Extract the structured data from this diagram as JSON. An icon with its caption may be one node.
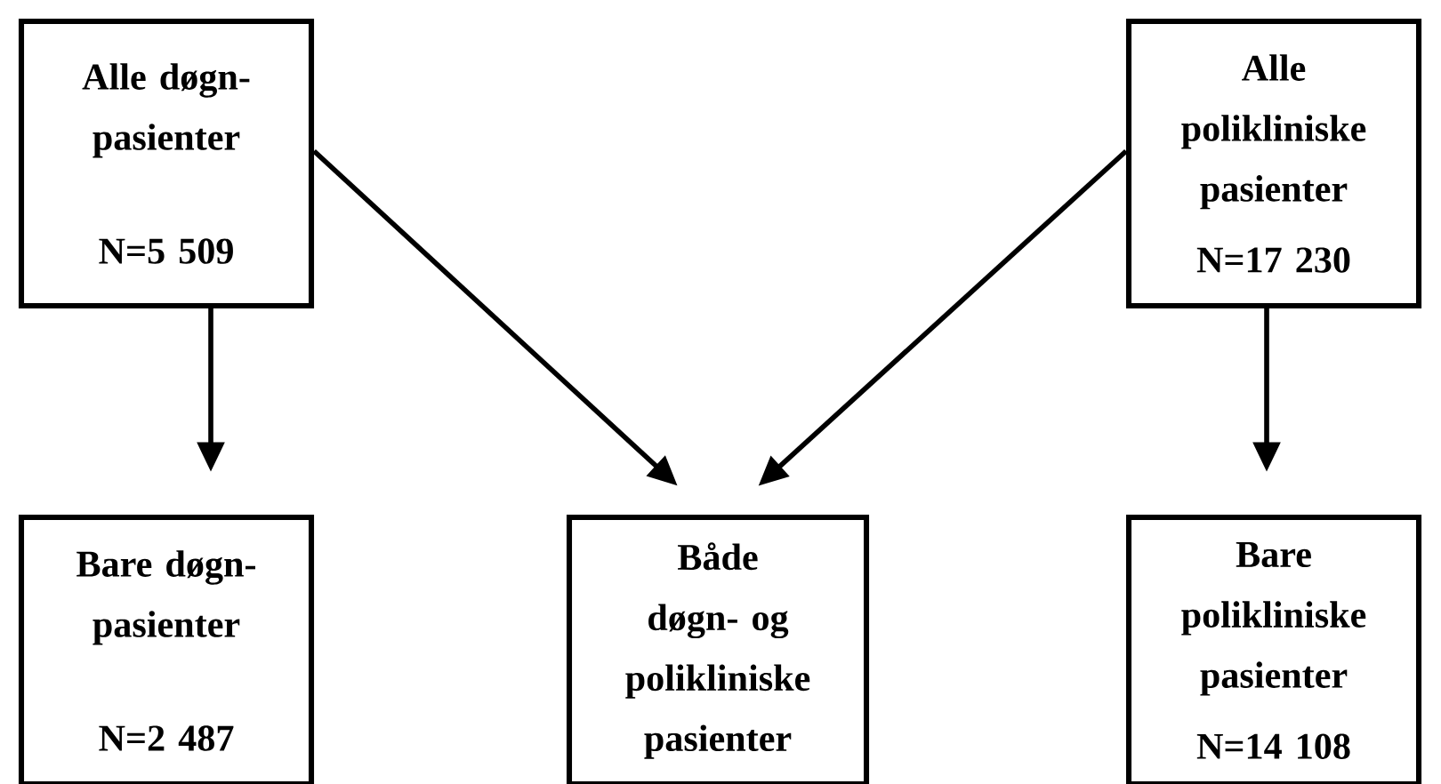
{
  "diagram": {
    "nodes": [
      {
        "text": [
          "Alle døgn- pasienter",
          "N=5 509"
        ]
      },
      {
        "text": [
          "Alle polikliniske pasienter",
          "N=17 230"
        ]
      },
      {
        "text": [
          "Bare døgn- pasienter",
          "N=2 487"
        ]
      },
      {
        "text": [
          "Både døgn- og polikliniske pasienter"
        ]
      },
      {
        "text": [
          "Bare polikliniske pasienter",
          "N=14 108"
        ]
      }
    ],
    "edges": [
      {
        "from": 0,
        "to": 2,
        "arrow": "to"
      },
      {
        "from": 0,
        "to": 3,
        "arrow": "to"
      },
      {
        "from": 1,
        "to": 3,
        "arrow": "to"
      },
      {
        "from": 1,
        "to": 4,
        "arrow": "to"
      }
    ]
  }
}
